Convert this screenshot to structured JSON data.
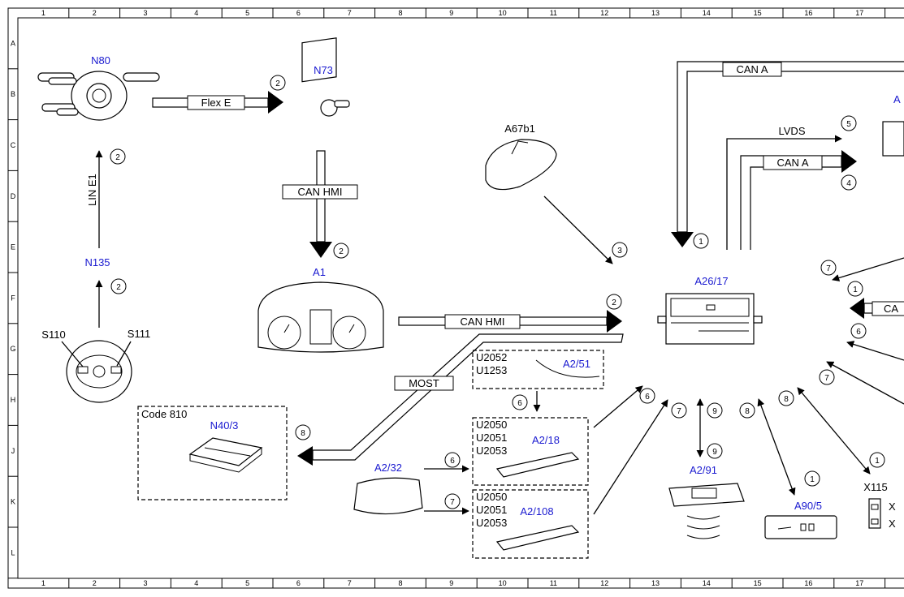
{
  "grid": {
    "columns": [
      "1",
      "2",
      "3",
      "4",
      "5",
      "6",
      "7",
      "8",
      "9",
      "10",
      "11",
      "12",
      "13",
      "14",
      "15",
      "16",
      "17"
    ],
    "rows": [
      "A",
      "B",
      "C",
      "D",
      "E",
      "F",
      "G",
      "H",
      "J",
      "K",
      "L"
    ]
  },
  "components": {
    "n80": "N80",
    "n73": "N73",
    "n135": "N135",
    "s110": "S110",
    "s111": "S111",
    "a1": "A1",
    "a67b1": "A67b1",
    "a26_17": "A26/17",
    "n40_3": "N40/3",
    "code810": "Code 810",
    "a2_51": "A2/51",
    "a2_18": "A2/18",
    "a2_32": "A2/32",
    "a2_108": "A2/108",
    "a2_91": "A2/91",
    "a90_5": "A90/5",
    "x115": "X115",
    "a_cut": "A",
    "x_cut1": "X",
    "x_cut2": "X"
  },
  "buses": {
    "flex_e": "Flex E",
    "lin_e1": "LIN E1",
    "can_hmi_1": "CAN HMI",
    "can_hmi_2": "CAN HMI",
    "most": "MOST",
    "can_a_top": "CAN A",
    "lvds": "LVDS",
    "can_a_mid": "CAN A",
    "can_a_cut": "CA"
  },
  "codes": {
    "a2_51": [
      "U2052",
      "U1253"
    ],
    "a2_18": [
      "U2050",
      "U2051",
      "U2053"
    ],
    "a2_108": [
      "U2050",
      "U2051",
      "U2053"
    ]
  },
  "markers": {
    "m_flex": "2",
    "m_n80": "2",
    "m_n135": "2",
    "m_a1": "2",
    "m_hmi": "2",
    "m_a67": "3",
    "m_lvds": "5",
    "m_cana": "4",
    "m_bus1": "1",
    "m_right7": "7",
    "m_right1": "1",
    "m_right6": "6",
    "m_right7b": "7",
    "m_most": "8",
    "m_a251": "6",
    "m_a232_6": "6",
    "m_a232_7": "7",
    "m_a218": "6",
    "m_a291_7": "7",
    "m_a291_9a": "9",
    "m_a291_9b": "9",
    "m_a905_8": "8",
    "m_a905_1": "1",
    "m_x115_8": "8",
    "m_x115_1": "1"
  }
}
